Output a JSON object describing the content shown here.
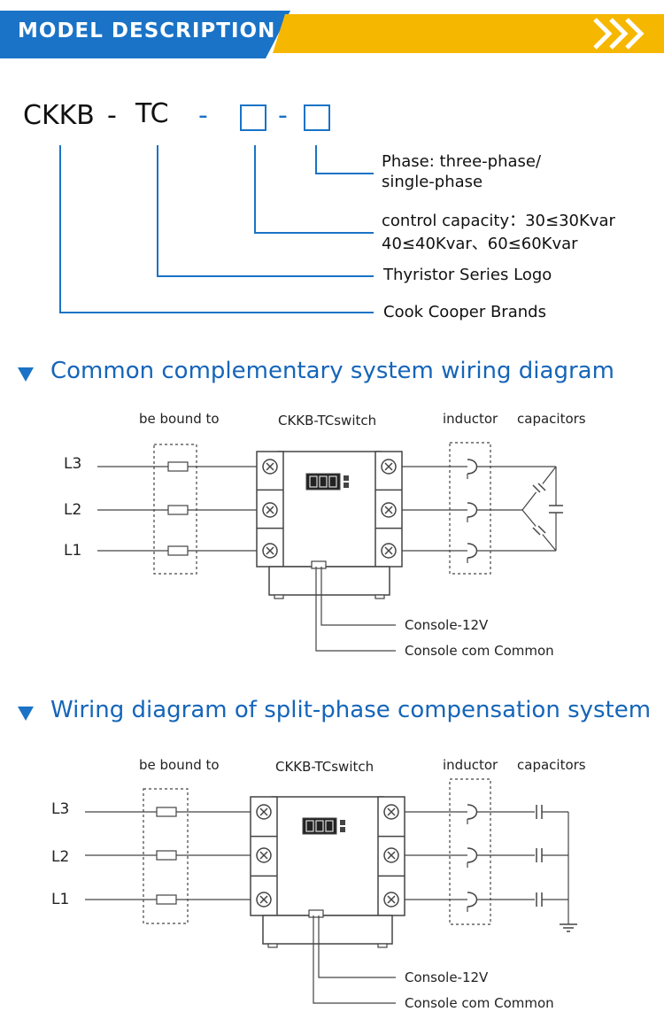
{
  "colors": {
    "blue": "#1a73c6",
    "orange": "#f6b700",
    "line": "#444444",
    "title_blue": "#1565b8"
  },
  "header": {
    "title": "MODEL DESCRIPTION"
  },
  "model": {
    "p1": "CKKB",
    "d1": "-",
    "p2": "TC",
    "d2": "-",
    "d3": "-",
    "labels": {
      "phase_1": "Phase: three-phase/",
      "phase_2": "single-phase",
      "cap_1": "control capacity：30≤30Kvar",
      "cap_2": "40≤40Kvar、60≤60Kvar",
      "series": "Thyristor Series Logo",
      "brand": "Cook Cooper Brands"
    }
  },
  "section1": {
    "title": "Common complementary system wiring diagram",
    "bound": "be bound to",
    "switch": "CKKB-TCswitch",
    "inductor": "inductor",
    "capacitors": "capacitors",
    "phases": [
      "L3",
      "L2",
      "L1"
    ],
    "console12": "Console-12V",
    "consolecom": "Console com Common"
  },
  "section2": {
    "title": "Wiring diagram of split-phase compensation system",
    "bound": "be bound to",
    "switch": "CKKB-TCswitch",
    "inductor": "inductor",
    "capacitors": "capacitors",
    "phases": [
      "L3",
      "L2",
      "L1"
    ],
    "console12": "Console-12V",
    "consolecom": "Console com Common"
  }
}
